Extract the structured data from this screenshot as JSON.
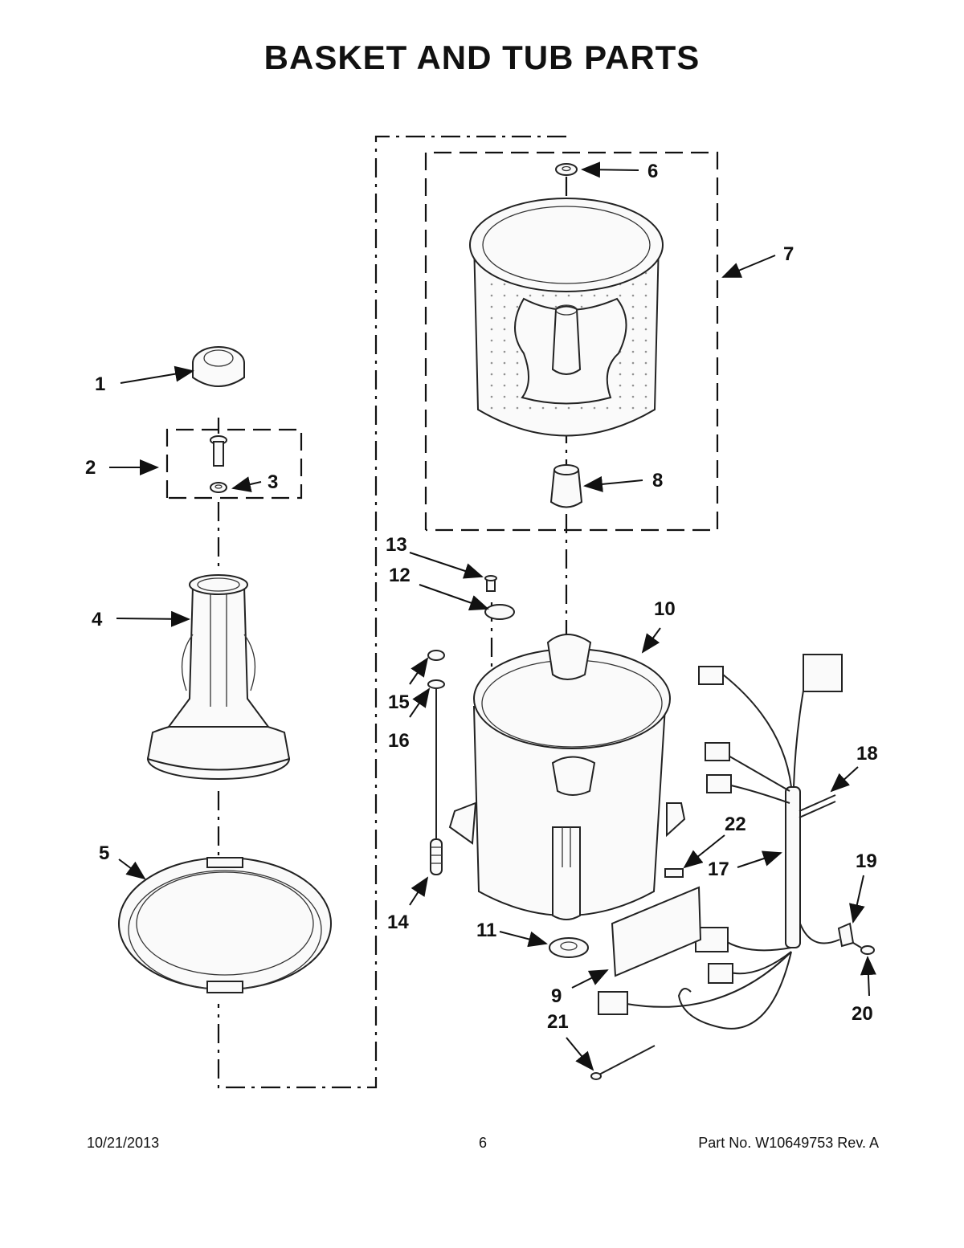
{
  "title": "BASKET AND TUB PARTS",
  "footer": {
    "date": "10/21/2013",
    "page": "6",
    "part_no": "Part No.  W10649753  Rev.  A"
  },
  "callouts": [
    "1",
    "2",
    "3",
    "4",
    "5",
    "6",
    "7",
    "8",
    "9",
    "10",
    "11",
    "12",
    "13",
    "14",
    "15",
    "16",
    "17",
    "18",
    "19",
    "20",
    "21",
    "22"
  ]
}
